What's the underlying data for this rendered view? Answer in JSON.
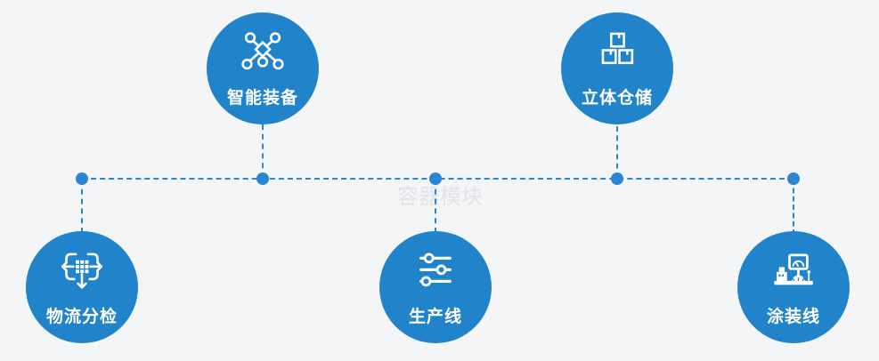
{
  "diagram": {
    "background_color": "#f4f5f6",
    "node_fill_color": "#2184ca",
    "connector_color": "#2a86d1",
    "label_text_color": "#ffffff",
    "watermark_text": "容器模块",
    "watermark_color": "#e1e3e6",
    "nodes": [
      {
        "id": "smart-equipment",
        "label": "智能装备",
        "icon": "network-nodes-icon",
        "position": "top-left"
      },
      {
        "id": "warehouse",
        "label": "立体仓储",
        "icon": "stacked-boxes-icon",
        "position": "top-right"
      },
      {
        "id": "logistics",
        "label": "物流分检",
        "icon": "sort-distribute-icon",
        "position": "bottom-left"
      },
      {
        "id": "production",
        "label": "生产线",
        "icon": "sliders-icon",
        "position": "bottom-center"
      },
      {
        "id": "painting",
        "label": "涂装线",
        "icon": "machine-monitor-icon",
        "position": "bottom-right"
      }
    ]
  }
}
